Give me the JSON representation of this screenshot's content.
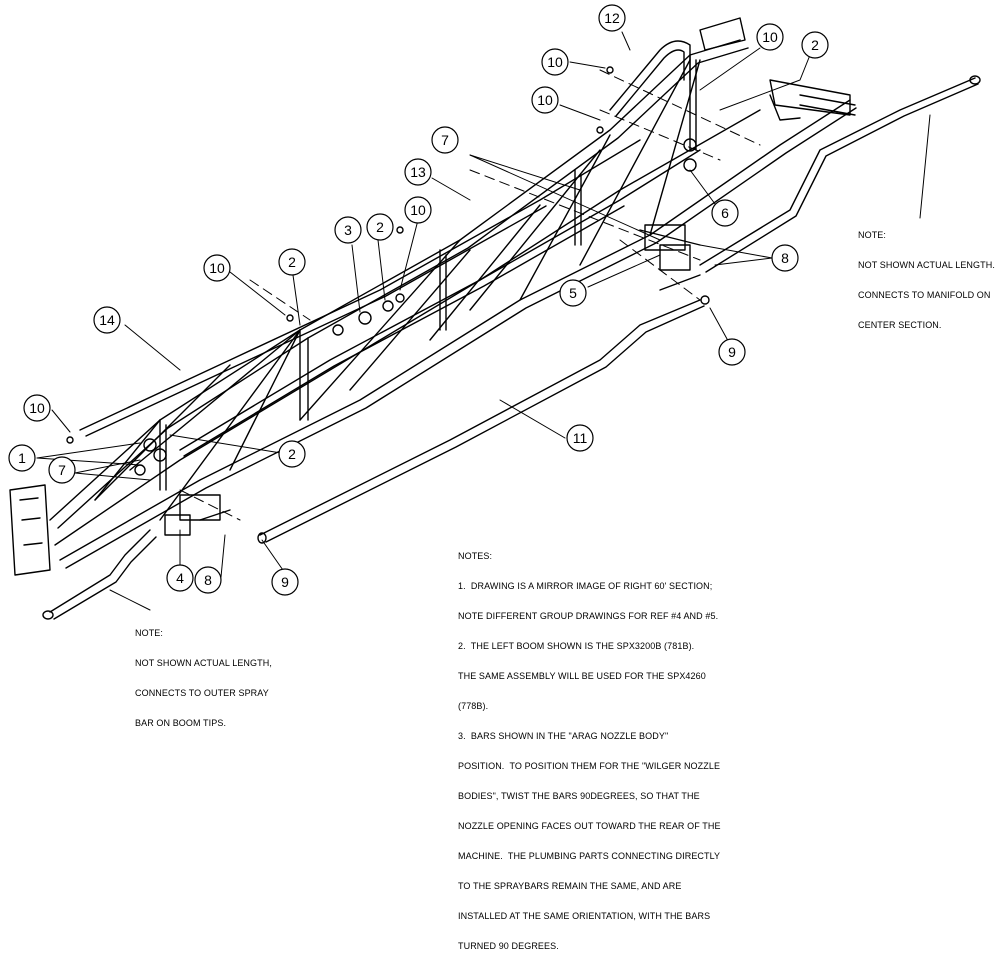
{
  "callouts": [
    {
      "id": "c12",
      "label": "12"
    },
    {
      "id": "c10a",
      "label": "10"
    },
    {
      "id": "c10b",
      "label": "10"
    },
    {
      "id": "c2a",
      "label": "2"
    },
    {
      "id": "c10c",
      "label": "10"
    },
    {
      "id": "c7a",
      "label": "7"
    },
    {
      "id": "c13",
      "label": "13"
    },
    {
      "id": "c6",
      "label": "6"
    },
    {
      "id": "c3",
      "label": "3"
    },
    {
      "id": "c2b",
      "label": "2"
    },
    {
      "id": "c10d",
      "label": "10"
    },
    {
      "id": "c2c",
      "label": "2"
    },
    {
      "id": "c10e",
      "label": "10"
    },
    {
      "id": "c8a",
      "label": "8"
    },
    {
      "id": "c5",
      "label": "5"
    },
    {
      "id": "c14",
      "label": "14"
    },
    {
      "id": "c9a",
      "label": "9"
    },
    {
      "id": "c10f",
      "label": "10"
    },
    {
      "id": "c11",
      "label": "11"
    },
    {
      "id": "c1",
      "label": "1"
    },
    {
      "id": "c2d",
      "label": "2"
    },
    {
      "id": "c7b",
      "label": "7"
    },
    {
      "id": "c4",
      "label": "4"
    },
    {
      "id": "c8b",
      "label": "8"
    },
    {
      "id": "c9b",
      "label": "9"
    }
  ],
  "notes": {
    "center_manifold": [
      "NOTE:",
      "NOT SHOWN ACTUAL LENGTH.",
      "CONNECTS TO MANIFOLD ON",
      "CENTER SECTION."
    ],
    "outer_spray_bar": [
      "NOTE:",
      "NOT SHOWN ACTUAL LENGTH,",
      "CONNECTS TO OUTER SPRAY",
      "BAR ON BOOM TIPS."
    ],
    "general": [
      "NOTES:",
      "1.  DRAWING IS A MIRROR IMAGE OF RIGHT 60' SECTION;",
      "NOTE DIFFERENT GROUP DRAWINGS FOR REF #4 AND #5.",
      "2.  THE LEFT BOOM SHOWN IS THE SPX3200B (781B).",
      "THE SAME ASSEMBLY WILL BE USED FOR THE SPX4260",
      "(778B).",
      "3.  BARS SHOWN IN THE \"ARAG NOZZLE BODY\"",
      "POSITION.  TO POSITION THEM FOR THE \"WILGER NOZZLE",
      "BODIES\", TWIST THE BARS 90DEGREES, SO THAT THE",
      "NOZZLE OPENING FACES OUT TOWARD THE REAR OF THE",
      "MACHINE.  THE PLUMBING PARTS CONNECTING DIRECTLY",
      "TO THE SPRAYBARS REMAIN THE SAME, AND ARE",
      "INSTALLED AT THE SAME ORIENTATION, WITH THE BARS",
      "TURNED 90 DEGREES."
    ]
  }
}
